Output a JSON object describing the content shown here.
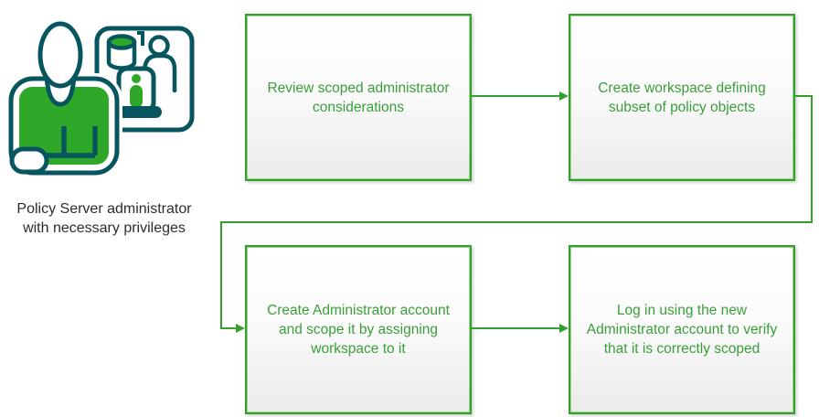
{
  "caption": "Policy Server administrator\nwith necessary privileges",
  "steps": [
    {
      "id": "review-considerations",
      "label": "Review scoped administrator\nconsiderations"
    },
    {
      "id": "create-workspace",
      "label": "Create workspace defining\nsubset of policy objects"
    },
    {
      "id": "create-admin-account",
      "label": "Create Administrator account\nand scope it by assigning\nworkspace to it"
    },
    {
      "id": "verify-login",
      "label": "Log in using the new\nAdministrator account to verify\nthat it is correctly scoped"
    }
  ],
  "connectors": [
    {
      "from": "review-considerations",
      "to": "create-workspace",
      "type": "straight-arrow"
    },
    {
      "from": "create-workspace",
      "to": "create-admin-account",
      "type": "wrap-around-arrow"
    },
    {
      "from": "create-admin-account",
      "to": "verify-login",
      "type": "straight-arrow"
    }
  ],
  "icons": {
    "illustration": "policy-server-administrator-illustration",
    "parts": [
      "admin-person-icon",
      "workspace-panel-icon",
      "database-icon",
      "mini-person-icon",
      "info-kiosk-icon"
    ]
  },
  "colors": {
    "line_green": "#33a02c",
    "box_text_green": "#3a9e3a",
    "icon_teal": "#07565f",
    "icon_green": "#2fa82a",
    "caption_text": "#2c2c2c",
    "box_fill_top": "#ffffff",
    "box_fill_bottom": "#ebebeb"
  }
}
